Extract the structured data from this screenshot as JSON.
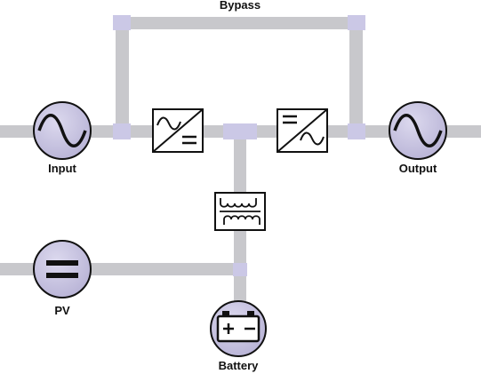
{
  "labels": {
    "bypass": "Bypass",
    "input": "Input",
    "output": "Output",
    "pv": "PV",
    "battery": "Battery"
  },
  "icons": {
    "input_source": "ac-sine-icon",
    "output_load": "ac-sine-icon",
    "rectifier": "ac-to-dc-rectifier-icon",
    "inverter": "dc-to-ac-inverter-icon",
    "transformer": "transformer-icon",
    "pv_source": "dc-equals-icon",
    "battery": "battery-icon"
  },
  "colors": {
    "bus": "#c8c8cc",
    "junction": "#cbc8e6",
    "node_fill": "#c2bedb",
    "stroke": "#111111",
    "box_fill": "#ffffff"
  }
}
